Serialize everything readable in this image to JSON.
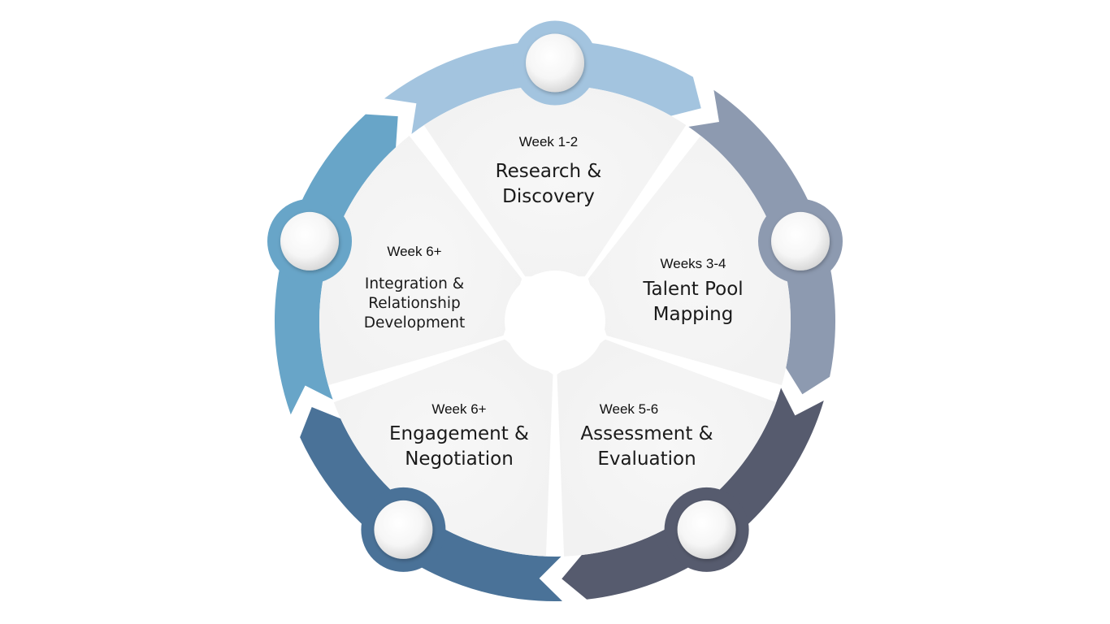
{
  "stages": [
    {
      "id": "research",
      "week": "Week 1-2",
      "title_lines": [
        "Research &",
        "Discovery"
      ],
      "color": "#a3c4df"
    },
    {
      "id": "talent-pool",
      "week": "Weeks 3-4",
      "title_lines": [
        "Talent Pool",
        "Mapping"
      ],
      "color": "#8d9ab0"
    },
    {
      "id": "assessment",
      "week": "Week 5-6",
      "title_lines": [
        "Assessment &",
        "Evaluation"
      ],
      "color": "#565b6e"
    },
    {
      "id": "engagement",
      "week": "Week 6+",
      "title_lines": [
        "Engagement &",
        "Negotiation"
      ],
      "color": "#4a7298"
    },
    {
      "id": "integration",
      "week": "Week 6+",
      "title_lines": [
        "Integration &",
        "Relationship",
        "Development"
      ],
      "color": "#68a5c8"
    }
  ],
  "colors": {
    "wedge_fill": "#f4f4f4",
    "center_fill": "#ffffff",
    "node_fill": "#ffffff"
  }
}
